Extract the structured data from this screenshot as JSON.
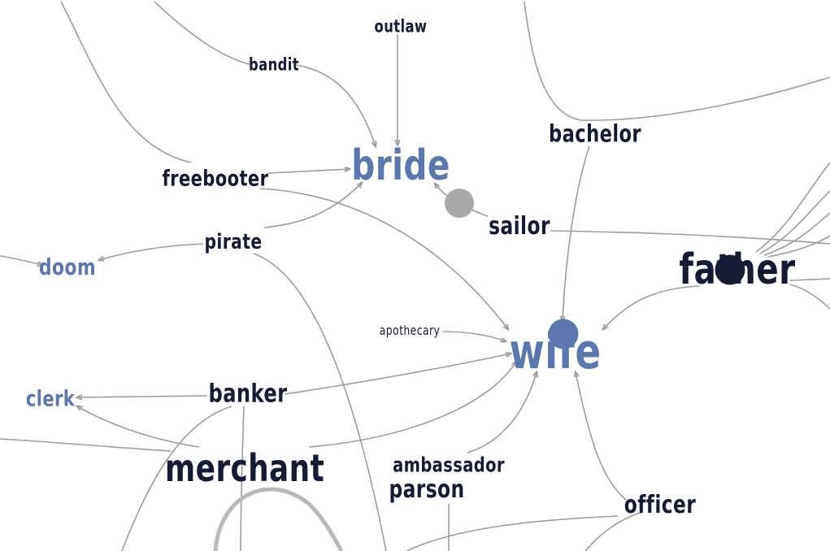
{
  "nodes": {
    "outlaw": "outlaw",
    "bandit": "bandit",
    "bride": "bride",
    "bachelor": "bachelor",
    "freebooter": "freebooter",
    "sailor": "sailor",
    "pirate": "pirate",
    "doom": "doom",
    "father": "father",
    "apothecary": "apothecary",
    "wife": "wife",
    "banker": "banker",
    "clerk": "clerk",
    "merchant": "merchant",
    "ambassador": "ambassador",
    "parson": "parson",
    "officer": "officer"
  },
  "colors": {
    "highlight_word": "#5b77ad",
    "normal_word": "#141b33",
    "edge": "#9c9c9c",
    "selected_dot": "#5b77ad",
    "hover_dot": "#a9a9a9",
    "active_dot": "#141b33"
  }
}
